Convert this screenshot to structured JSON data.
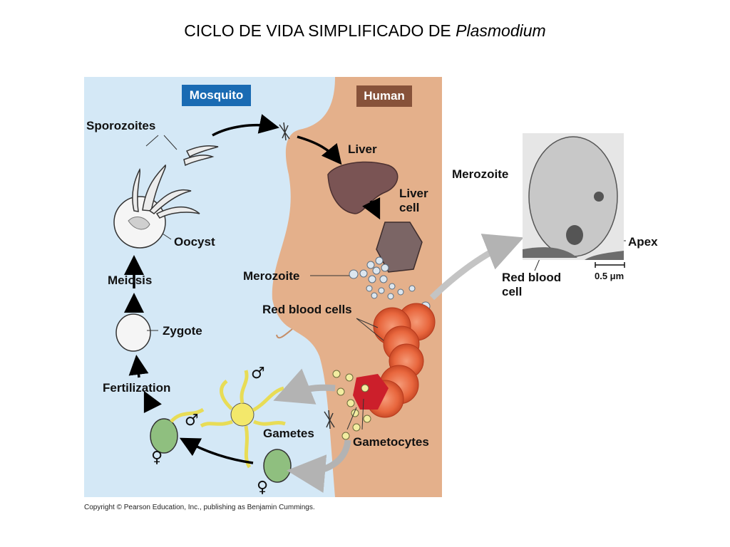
{
  "title": {
    "main": "CICLO DE VIDA SIMPLIFICADO DE",
    "italic": "Plasmodium"
  },
  "panels": {
    "mosquito": "Mosquito",
    "human": "Human"
  },
  "labels": {
    "sporozoites": "Sporozoites",
    "liver": "Liver",
    "liver_cell": "Liver\ncell",
    "oocyst": "Oocyst",
    "meiosis": "Meiosis",
    "merozoite": "Merozoite",
    "red_blood_cells": "Red blood cells",
    "zygote": "Zygote",
    "fertilization": "Fertilization",
    "gametes": "Gametes",
    "gametocytes": "Gametocytes"
  },
  "micrograph": {
    "merozoite": "Merozoite",
    "apex": "Apex",
    "rbc": "Red blood\ncell",
    "scale": "0.5 μm"
  },
  "symbols": {
    "male": "♂",
    "female": "♀"
  },
  "copyright": "Copyright © Pearson Education, Inc., publishing as Benjamin Cummings.",
  "colors": {
    "mosquito_bg": "#d4e8f6",
    "human_bg": "#f0c9a4",
    "skin": "#e4b08b",
    "mosquito_tag": "#1a6bb3",
    "human_tag": "#87523a",
    "rbc": "#e8663d",
    "liver": "#7a5454",
    "gamete": "#8fbf7f"
  }
}
